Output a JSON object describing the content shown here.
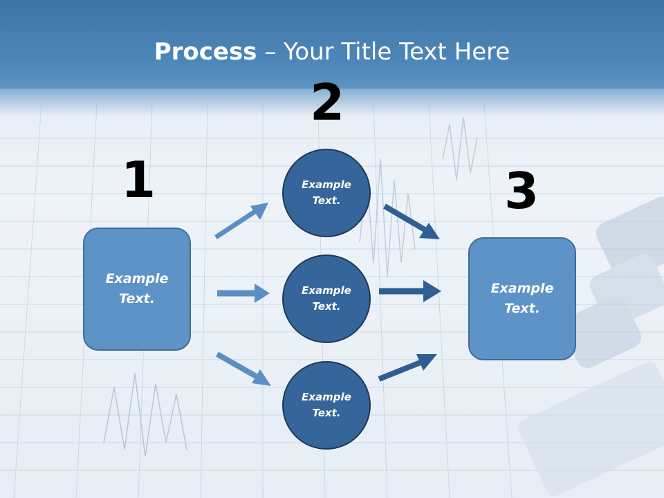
{
  "slide": {
    "title_bold": "Process",
    "title_rest": " – Your Title Text Here"
  },
  "steps": {
    "step1_number": "1",
    "step2_number": "2",
    "step3_number": "3"
  },
  "boxes": {
    "left_text": "Example Text.",
    "right_text": "Example Text."
  },
  "circles": {
    "top_text": "Example Text.",
    "middle_text": "Example Text.",
    "bottom_text": "Example Text."
  },
  "colors": {
    "header": "#4d87b9",
    "box_fill": "#5d93c6",
    "circle_fill": "#35659a",
    "arrow_light": "#5a8fc2",
    "arrow_dark": "#2f5f92"
  }
}
